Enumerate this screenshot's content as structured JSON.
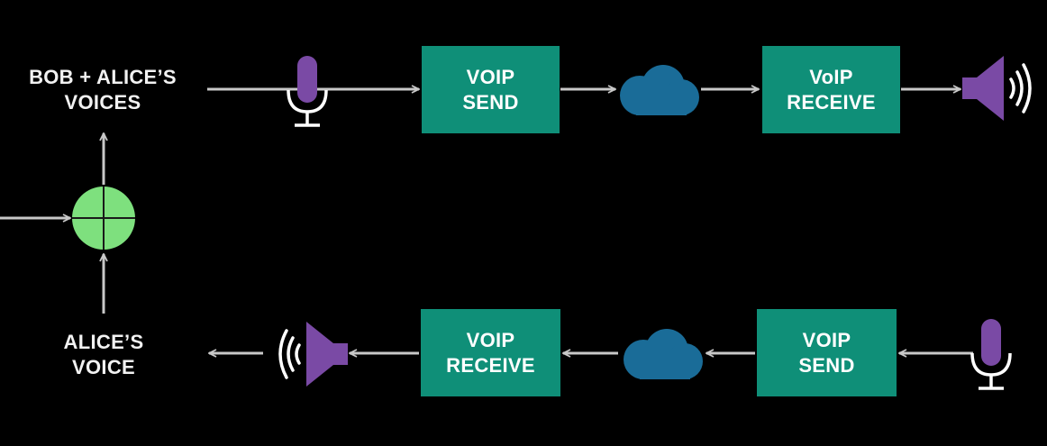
{
  "labels": {
    "top_left": [
      "BOB + ALICE’S",
      "VOICES"
    ],
    "bottom_left": [
      "ALICE’S",
      "VOICE"
    ]
  },
  "boxes": {
    "top_send": [
      "VOIP",
      "SEND"
    ],
    "top_receive": [
      "VoIP",
      "RECEIVE"
    ],
    "bottom_receive": [
      "VOIP",
      "RECEIVE"
    ],
    "bottom_send": [
      "VOIP",
      "SEND"
    ]
  },
  "colors": {
    "background": "#000000",
    "box": "#0f8f78",
    "cloud": "#1a6c98",
    "device": "#7a4aa5",
    "mixer": "#7ee07e",
    "wire": "#c8c8c8"
  },
  "icons": [
    "microphone-icon",
    "cloud-icon",
    "speaker-icon",
    "mixer-icon"
  ]
}
